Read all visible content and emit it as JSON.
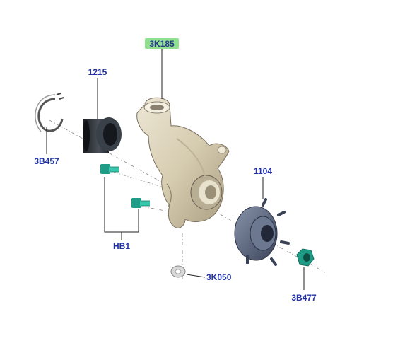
{
  "callouts": {
    "knuckle": "3K185",
    "bearing": "1215",
    "snap_ring": "3B457",
    "bolts": "HB1",
    "hub": "1104",
    "hub_nut": "3B477",
    "washer": "3K050"
  },
  "colors": {
    "highlight_bg": "#8fe08f",
    "label_blue": "#2233aa",
    "knuckle_fill": "#d8d0b8",
    "bearing_fill": "#2e3238",
    "hub_fill": "#5a6478",
    "bolt_fill": "#2fb8a0"
  }
}
